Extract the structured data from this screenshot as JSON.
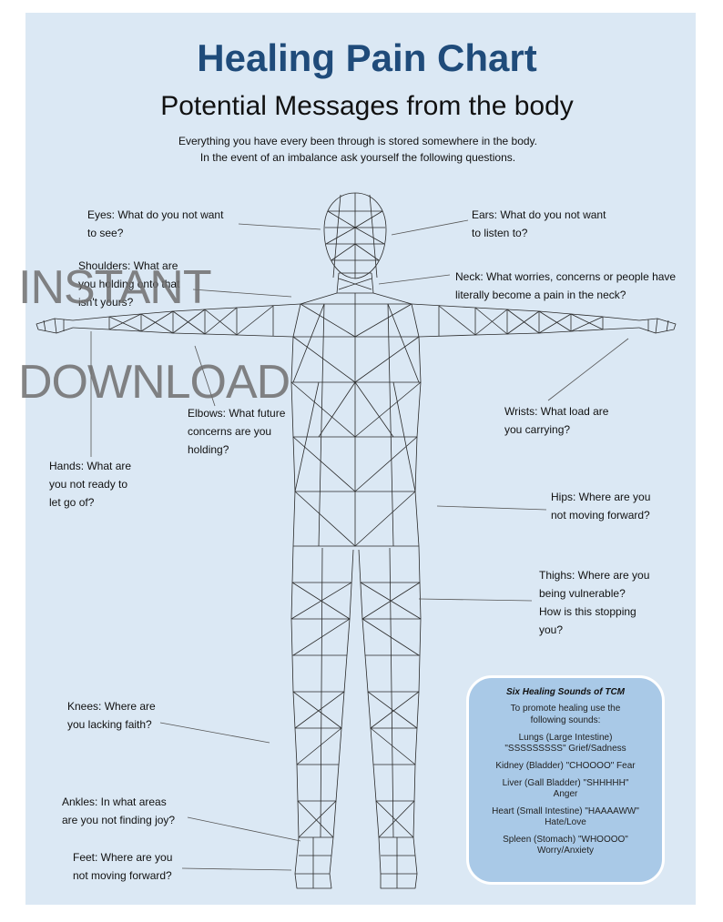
{
  "title": "Healing Pain Chart",
  "subtitle": "Potential Messages from the body",
  "intro": [
    "Everything you have every been through is stored somewhere in the body.",
    "In the event of an imbalance ask yourself the following questions."
  ],
  "labels": {
    "eyes": [
      "Eyes:  What do you not want",
      "to see?"
    ],
    "ears": [
      "Ears:  What do you not want",
      "to listen to?"
    ],
    "shoulders": [
      "Shoulders:  What are",
      "you holding onto that",
      "isn't yours?"
    ],
    "neck": [
      "Neck:  What worries, concerns or people have",
      "literally become a pain in the neck?"
    ],
    "elbows": [
      "Elbows:  What future",
      "concerns are you",
      "holding?"
    ],
    "wrists": [
      "Wrists:  What load are",
      "you carrying?"
    ],
    "hands": [
      "Hands:  What are",
      "you not ready to",
      "let go of?"
    ],
    "hips": [
      "Hips:  Where are you",
      "not moving forward?"
    ],
    "thighs": [
      "Thighs:  Where are you",
      "being vulnerable?",
      "How is this stopping",
      "you?"
    ],
    "knees": [
      "Knees:  Where are",
      "you lacking faith?"
    ],
    "ankles": [
      "Ankles:  In what areas",
      "are you not finding joy?"
    ],
    "feet": [
      "Feet:  Where are you",
      "not moving forward?"
    ]
  },
  "watermark": [
    "INSTANT",
    "DOWNLOAD"
  ],
  "tcm": {
    "title": "Six Healing Sounds of TCM",
    "intro": [
      "To promote healing use the",
      "following sounds:"
    ],
    "items": [
      [
        "Lungs (Large Intestine)",
        "\"SSSSSSSSS\" Grief/Sadness"
      ],
      [
        "Kidney (Bladder)  \"CHOOOO\"  Fear"
      ],
      [
        "Liver (Gall Bladder)  \"SHHHHH\"",
        "Anger"
      ],
      [
        "Heart (Small Intestine) \"HAAAAWW\"",
        "Hate/Love"
      ],
      [
        "Spleen (Stomach)  \"WHOOOO\"",
        "Worry/Anxiety"
      ]
    ]
  },
  "colors": {
    "background": "#dbe8f4",
    "title": "#1f4b7a",
    "box": "#a9c9e7",
    "mesh": "#2a2a2a",
    "watermark": "#6f6f6f"
  }
}
